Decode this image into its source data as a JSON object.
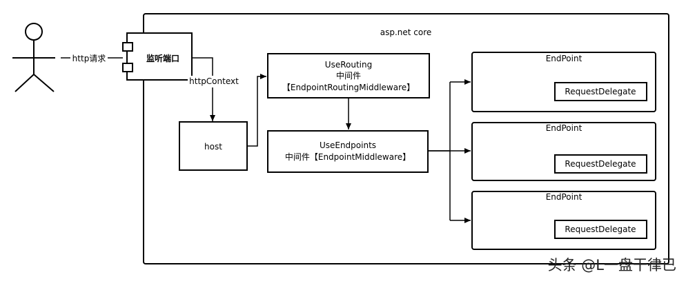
{
  "container": {
    "title": "asp.net core"
  },
  "actor": {
    "edge_label": "http请求"
  },
  "listener": {
    "label": "监听端口",
    "edge_label": "httpContext"
  },
  "host": {
    "label": "host"
  },
  "routing": {
    "line1": "UseRouting",
    "line2": "中间件",
    "line3": "【EndpointRoutingMiddleware】"
  },
  "endpoints_mw": {
    "line1": "UseEndpoints",
    "line2": "中间件【EndpointMiddleware】"
  },
  "endpoints": [
    {
      "title": "EndPoint",
      "delegate": "RequestDelegate"
    },
    {
      "title": "EndPoint",
      "delegate": "RequestDelegate"
    },
    {
      "title": "EndPoint",
      "delegate": "RequestDelegate"
    }
  ],
  "watermark": "头条 @L一盘干律已",
  "colors": {
    "stroke": "#000000",
    "background": "#ffffff"
  }
}
